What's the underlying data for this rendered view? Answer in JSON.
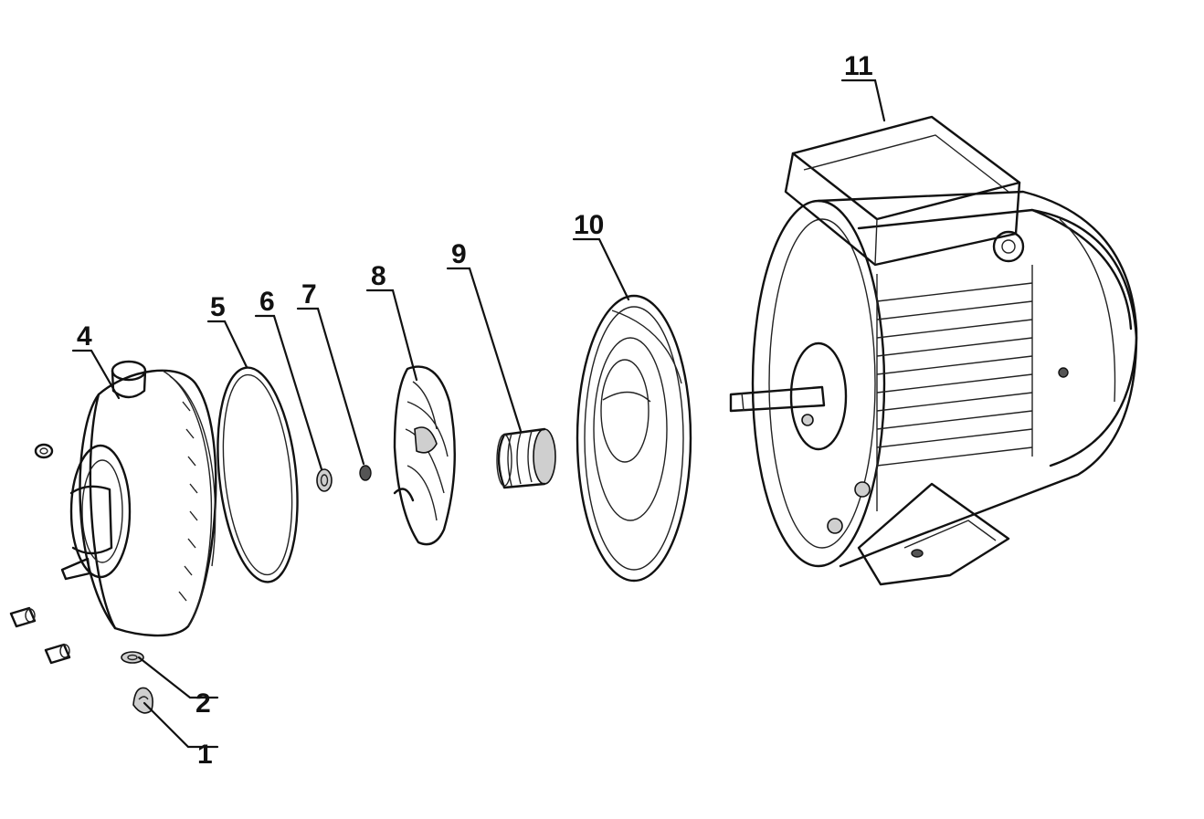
{
  "labels": {
    "p1": "1",
    "p2": "2",
    "p4": "4",
    "p5": "5",
    "p6": "6",
    "p7": "7",
    "p8": "8",
    "p9": "9",
    "p10": "10",
    "p11": "11"
  }
}
